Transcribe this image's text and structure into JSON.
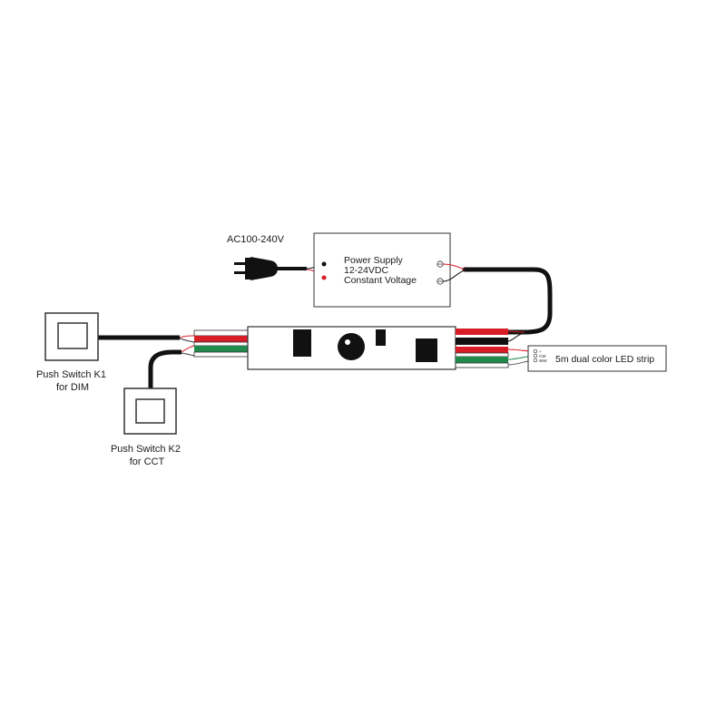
{
  "ac_input": {
    "label": "AC100-240V"
  },
  "power_supply": {
    "line1": "Power Supply",
    "line2": "12-24VDC",
    "line3": "Constant Voltage"
  },
  "switch_k1": {
    "line1": "Push Switch K1",
    "line2": "for DIM"
  },
  "switch_k2": {
    "line1": "Push Switch K2",
    "line2": "for CCT"
  },
  "led_strip": {
    "label": "5m dual color LED strip",
    "terminals": [
      "+",
      "CW",
      "WW"
    ]
  },
  "colors": {
    "wire_red": "#d71e28",
    "wire_green": "#1f8a4c",
    "wire_black": "#111111",
    "outline": "#333333"
  }
}
